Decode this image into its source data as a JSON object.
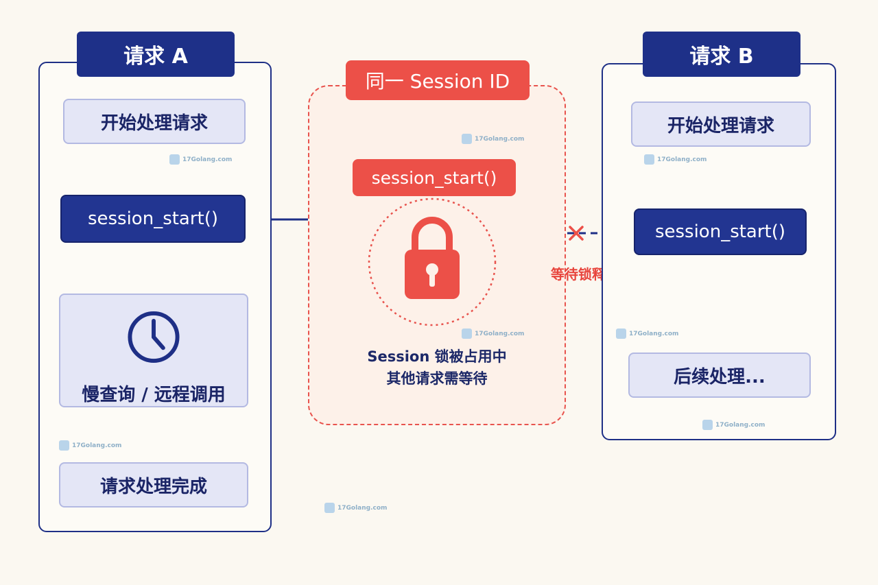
{
  "request_a": {
    "title": "请求 A",
    "start": "开始处理请求",
    "call": "session_start()",
    "slow": "慢查询 / 远程调用",
    "done": "请求处理完成"
  },
  "session": {
    "title": "同一 Session ID",
    "call": "session_start()",
    "lock_line1": "Session 锁被占用中",
    "lock_line2": "其他请求需等待"
  },
  "request_b": {
    "title": "请求 B",
    "start": "开始处理请求",
    "call": "session_start()",
    "wait": "等待锁释放",
    "next": "后续处理..."
  },
  "watermark": "17Golang.com",
  "colors": {
    "navy": "#1e3088",
    "red": "#ec5048",
    "background": "#fbf8f1"
  },
  "icons": [
    "clock-icon",
    "lock-icon",
    "blocked-x-icon"
  ]
}
